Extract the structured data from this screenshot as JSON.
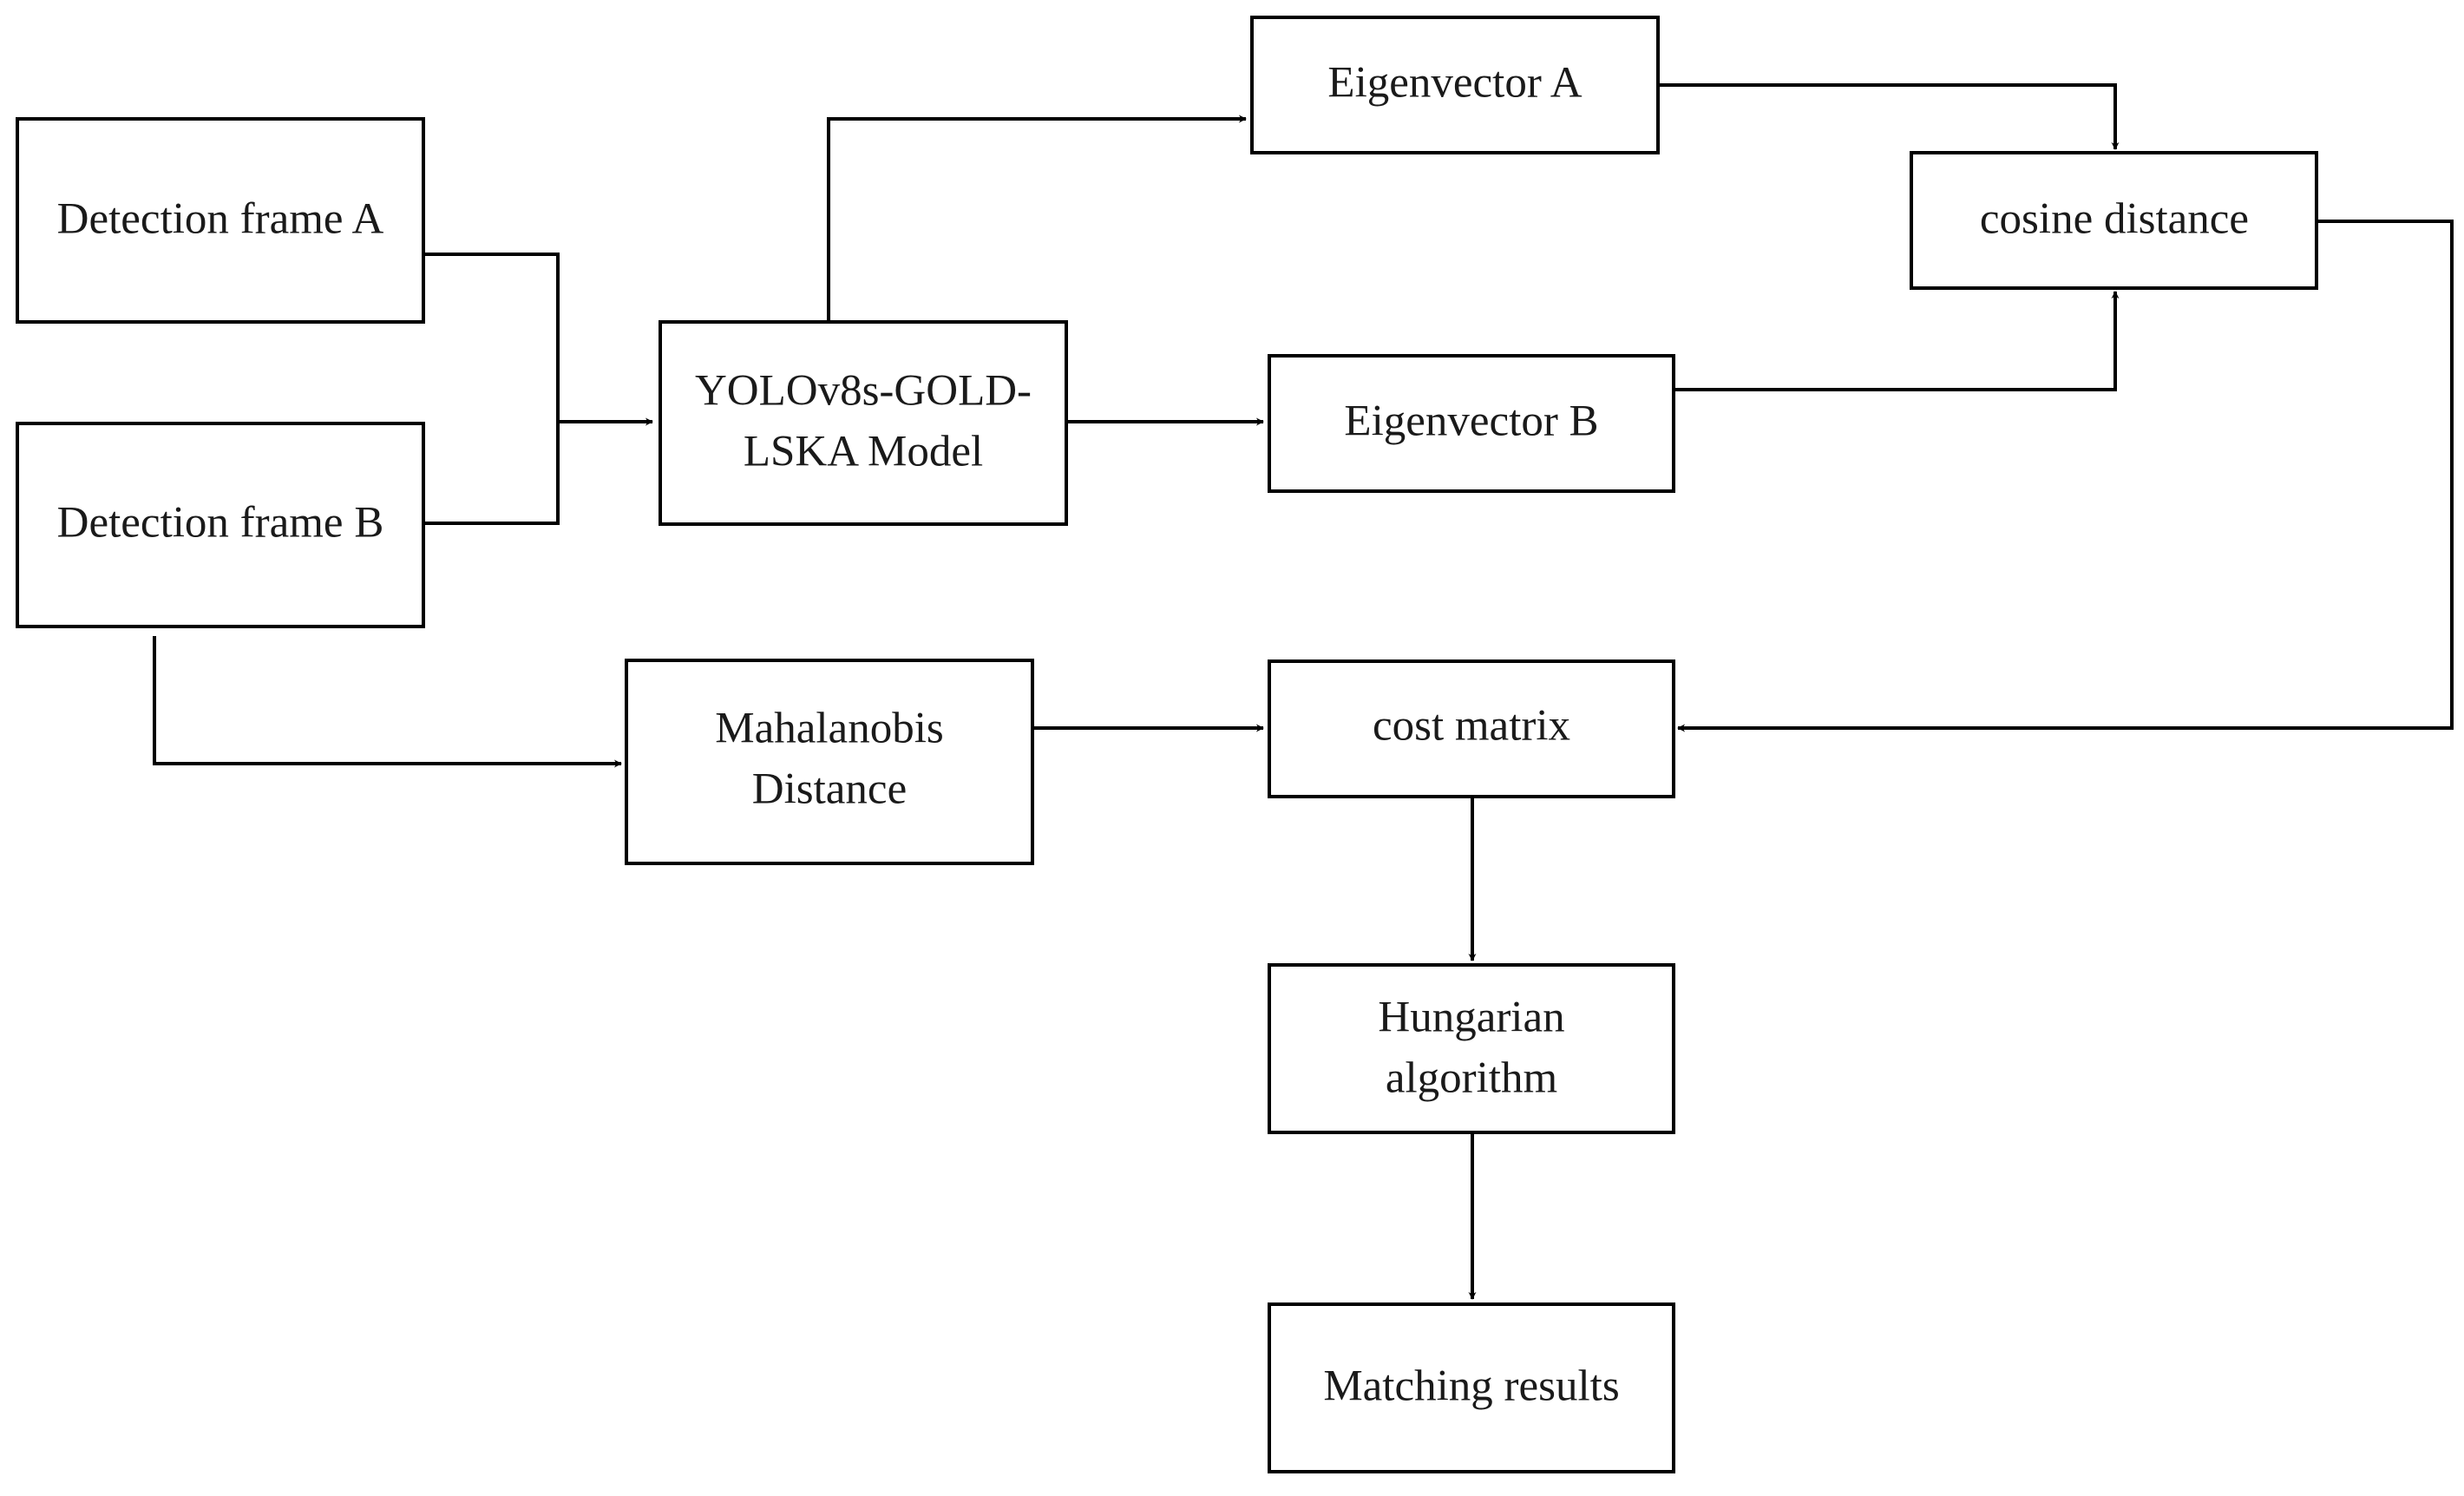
{
  "nodes": {
    "detection_a": {
      "label": "Detection frame A"
    },
    "detection_b": {
      "label": "Detection frame B"
    },
    "yolo": {
      "line1": "YOLOv8s-GOLD-",
      "line2": "LSKA Model"
    },
    "eigen_a": {
      "label": "Eigenvector A"
    },
    "eigen_b": {
      "label": "Eigenvector B"
    },
    "cosine": {
      "label": "cosine distance"
    },
    "mahalanobis": {
      "line1": "Mahalanobis",
      "line2": "Distance"
    },
    "cost": {
      "label": "cost matrix"
    },
    "hungarian": {
      "line1": "Hungarian",
      "line2": "algorithm"
    },
    "matching": {
      "label": "Matching results"
    }
  },
  "edges": [
    {
      "from": "detection_a",
      "to": "yolo"
    },
    {
      "from": "detection_b",
      "to": "yolo"
    },
    {
      "from": "yolo",
      "to": "eigen_a"
    },
    {
      "from": "yolo",
      "to": "eigen_b"
    },
    {
      "from": "eigen_a",
      "to": "cosine"
    },
    {
      "from": "eigen_b",
      "to": "cosine"
    },
    {
      "from": "cosine",
      "to": "cost"
    },
    {
      "from": "detection_b",
      "to": "mahalanobis"
    },
    {
      "from": "mahalanobis",
      "to": "cost"
    },
    {
      "from": "cost",
      "to": "hungarian"
    },
    {
      "from": "hungarian",
      "to": "matching"
    }
  ]
}
